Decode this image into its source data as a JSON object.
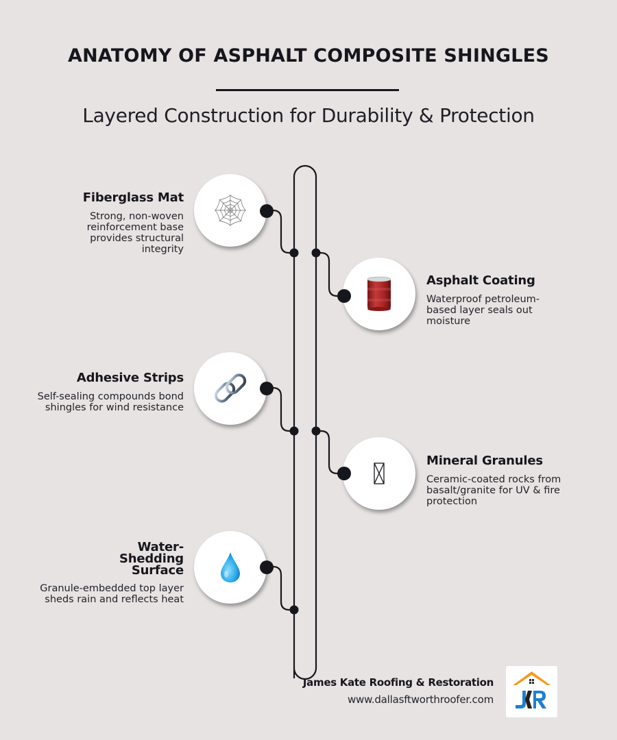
{
  "header": {
    "title": "ANATOMY OF ASPHALT COMPOSITE SHINGLES",
    "subtitle": "Layered Construction for Durability & Protection"
  },
  "layers": [
    {
      "title": "Fiberglass Mat",
      "description": "Strong, non-woven reinforcement base provides structural integrity",
      "icon": "spider-web-icon",
      "side": "left"
    },
    {
      "title": "Asphalt Coating",
      "description": "Waterproof petroleum-based layer seals out moisture",
      "icon": "oil-drum-icon",
      "side": "right"
    },
    {
      "title": "Adhesive Strips",
      "description": "Self-sealing compounds bond shingles for wind resistance",
      "icon": "chain-link-icon",
      "side": "left"
    },
    {
      "title": "Mineral Granules",
      "description": "Ceramic-coated rocks from basalt/granite for UV & fire protection",
      "icon": "missing-glyph-icon",
      "side": "right"
    },
    {
      "title": "Water-Shedding Surface",
      "description": "Granule-embedded top layer sheds rain and reflects heat",
      "icon": "water-drop-icon",
      "side": "left"
    }
  ],
  "footer": {
    "company": "James Kate Roofing & Restoration",
    "url": "www.dallasftworthroofer.com",
    "logo_text": "JKR"
  },
  "colors": {
    "background": "#e7e3e2",
    "ink": "#16161d",
    "logo_orange": "#f39a1e",
    "logo_blue": "#1f7fd0"
  }
}
